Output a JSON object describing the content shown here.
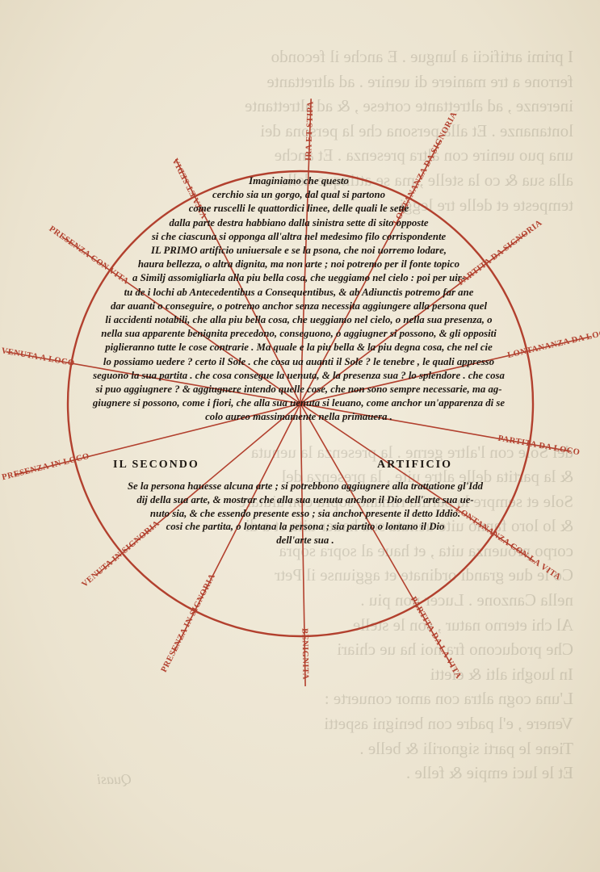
{
  "ghost_lines": [
    "I primi artificii a lungue . E anche il fecondo",
    "ferrone a tre maniere di uenire . ad altrettante",
    "inerenze , ad altrettante cortese , & ad altrettante",
    "lontananze . Et alla persona che la persona dei",
    "una puo uenire con altra presenza . Et anche",
    "alla sua & co la stelle , ma se attinque delle",
    "tempeste et delle tre leggi .",
    "",
    "",
    "",
    "",
    "",
    "",
    "",
    "",
    "",
    "del Sole con l'altre gerne . la presenza la uenuta",
    "& la partita delle altre uite , la presenza del",
    "Sole et sempre la partita rimane sopra con aiutare",
    "& lo loro fanno uite uenuta sua hauer uita et a di",
    "corpo prouenza uita , et haue al sopra sopra",
    "Co le due grandi ordinate et aggiunse il Petr",
    "nella Canzone . Lucer non piu .",
    "Al chi eterno natur , son le stelle",
    "Che producono fra noi ha ue chiari",
    "In luoghi alti & eletti",
    "L'una cogn altra con amor conuerte :",
    "Venere , e'l padre con benigni aspetti",
    "Tiene le parti signorili & belle .",
    "Et le luci empie & felle ."
  ],
  "catchword": "Quasi",
  "rays": [
    "VITA ET SEDIA",
    "IRA ET STIPA",
    "LONTANANZA DA SIGNORIA",
    "PARTITA DA SIGNORIA",
    "LONTANANZA DA LOCO",
    "PARTITA DA LOCO",
    "LONTANANZA CON LA VITA",
    "PARTITA DA LA VITA",
    "BENIGNITA",
    "PRESENZA IN SIGNORIA",
    "VENUTA IN SIGNORIA",
    "PRESENZA IN LOCO",
    "VENUTA A LOCO",
    "PRESENZA CON VITA"
  ],
  "paragraph1": [
    "Imaginiamo che questo",
    "cerchio sia un gorgo, dal qual si partono",
    "come ruscelli le quattordici linee, delle quali le sette",
    "dalla parte destra habbiano dalla sinistra sette di sito opposte",
    "si che ciascuna si opponga all'altra nel medesimo filo corrispondente",
    "IL PRIMO artificio uniuersale e se la psona, che noi uorremo lodare,",
    "haura bellezza, o altra dignita, ma non arte ; noi potremo per il fonte topico",
    "a Similj assomigliarla alla piu bella cosa, che ueggiamo nel cielo : poi per uir-",
    "tu de i lochi ab Antecedentibus a Consequentibus, & ab Adiunctis potremo far ane",
    "dar auanti o conseguire, o potremo anchor senza necessita aggiungere alla persona quel",
    "li accidenti notabili, che alla piu bella cosa, che ueggiamo nel cielo, o nella sua presenza, o",
    "nella sua apparente benignita precedono, conseguono, o aggiugner si possono, & gli oppositi",
    "piglieranno tutte le cose contrarie . Ma quale e la piu bella & la piu degna cosa, che nel cie",
    "lo possiamo uedere ? certo il Sole . che cosa ua auanti il Sole ? le tenebre , le quali appresso",
    "seguono la sua partita . che cosa consegue la uenuta, & la presenza sua ? lo splendore . che cosa",
    "si puo aggiugnere ? & aggiugnere intendo quelle cose, che non sono sempre necessarie, ma ag-",
    "giugnere si possono, come i fiori, che alla sua uenuta si leuano, come anchor un'apparenza di se",
    "colo aureo massimamente nella primauera ."
  ],
  "heading2_left": "IL SECONDO",
  "heading2_right": "ARTIFICIO",
  "paragraph2": [
    "Se la persona hauesse alcuna arte ; si potrebbono aggiugnere alla trattatione gl'Idd",
    "dij della sua arte, & mostrar che alla sua uenuta anchor il Dio dell'arte sua ue-",
    "nuto sia, & che essendo presente esso ; sia anchor presente il detto Iddio.",
    "cosi che partita, o lontana la persona ; sia partito o lontano il Dio",
    "dell'arte sua ."
  ],
  "colors": {
    "ink": "#1d1712",
    "rubric": "#b2402e",
    "paper": "#ece5d3"
  }
}
